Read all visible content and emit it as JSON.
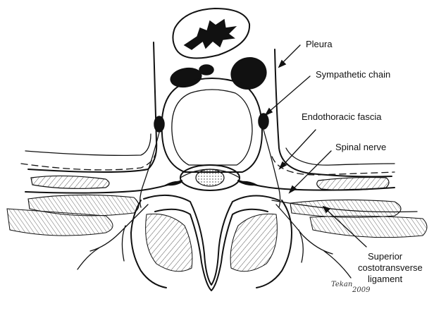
{
  "labels": {
    "pleura": "Pleura",
    "sympathetic_chain": "Sympathetic chain",
    "endothoracic_fascia": "Endothoracic fascia",
    "spinal_nerve": "Spinal nerve",
    "superior_costotransverse_ligament": [
      "Superior",
      "costotransverse",
      "ligament"
    ]
  },
  "signature": [
    "Tekan",
    "2009"
  ]
}
